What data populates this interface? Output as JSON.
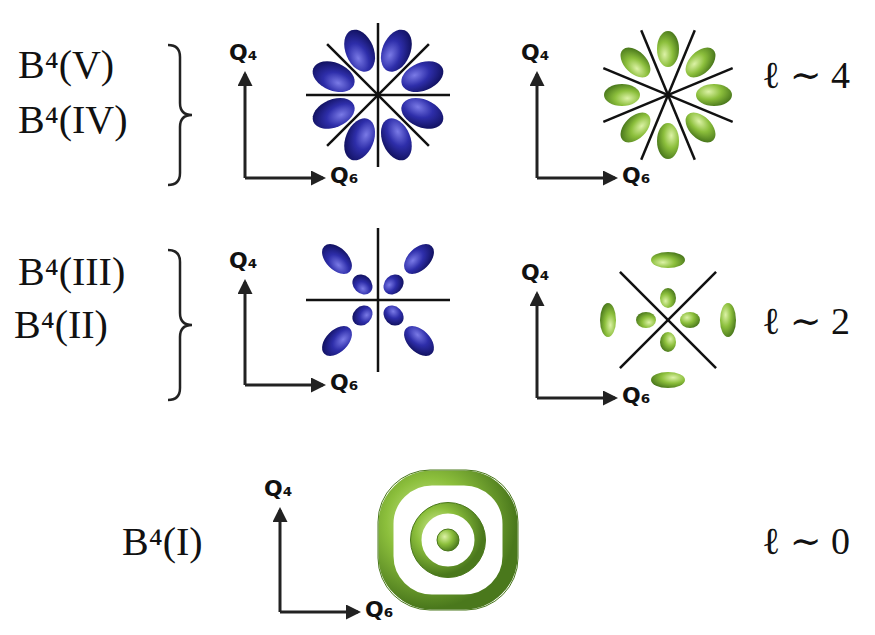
{
  "diagram": {
    "labels": [
      "B⁴(V)",
      "B⁴(IV)",
      "Q₄",
      "Q₆",
      "Q₄",
      "Q₆",
      "ℓ ∼ 4",
      "B⁴(III)",
      "B⁴(II)",
      "Q₄",
      "Q₆",
      "Q₄",
      "Q₆",
      "ℓ ∼ 2",
      "B⁴(I)",
      "Q₄",
      "Q₆",
      "ℓ ∼ 0"
    ]
  }
}
